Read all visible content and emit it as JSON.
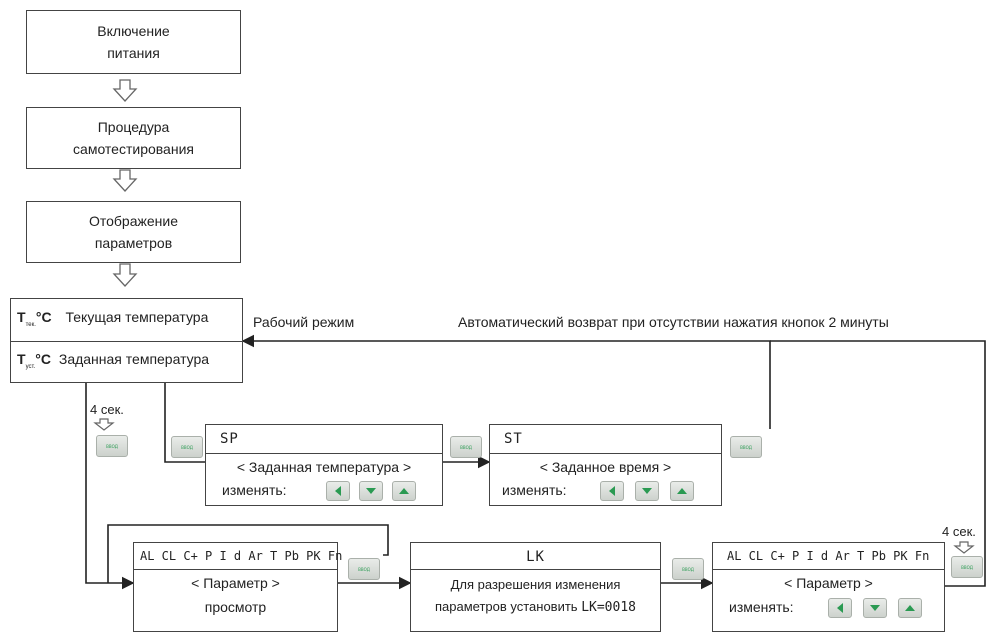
{
  "flow": {
    "power_on": "Включение\nпитания",
    "self_test": "Процедура\nсамотестирования",
    "display_params": "Отображение\nпараметров"
  },
  "main": {
    "t_cur_symbol": "T",
    "t_cur_sub": "тек.",
    "t_cur_unit": "°C",
    "t_cur_label": "Текущая температура",
    "t_set_symbol": "T",
    "t_set_sub": "уст.",
    "t_set_unit": "°C",
    "t_set_label": "Заданная температура"
  },
  "labels": {
    "work_mode": "Рабочий режим",
    "auto_return": "Автоматический возврат при отсутствии нажатия кнопок 2 минуты",
    "four_sec_left": "4 сек.",
    "four_sec_right": "4 сек.",
    "change": "изменять:"
  },
  "sp_box": {
    "code": "SP",
    "desc": "< Заданная температура >"
  },
  "st_box": {
    "code": "ST",
    "desc": "< Заданное время >"
  },
  "param_view": {
    "codes": "AL CL C+ P I d Ar T Pb PK Fn",
    "desc": "< Параметр >",
    "mode": "просмотр"
  },
  "lk_box": {
    "code": "LK",
    "line1": "Для разрешения изменения",
    "line2": "параметров установить ",
    "lk_value": "LK=0018"
  },
  "param_edit": {
    "codes": "AL CL C+ P I d Ar T Pb PK Fn",
    "desc": "< Параметр >"
  },
  "keys": {
    "enter_icon": "enter-key-icon",
    "left_icon": "left-arrow-key-icon",
    "down_icon": "down-arrow-key-icon",
    "up_icon": "up-arrow-key-icon",
    "accent": "#2a9a52"
  }
}
